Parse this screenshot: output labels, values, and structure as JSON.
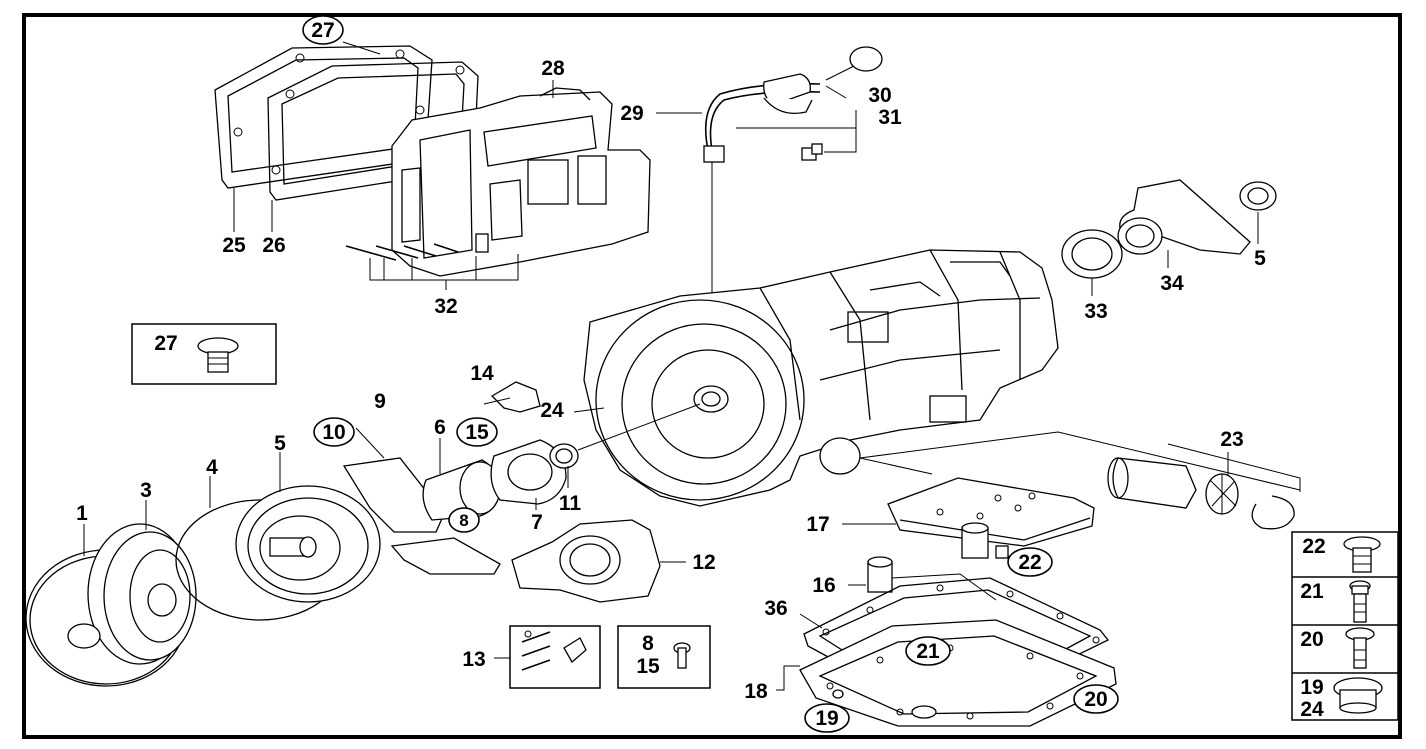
{
  "frame": {
    "border_color": "#000000",
    "background": "#ffffff"
  },
  "labels": {
    "l1": "1",
    "l3": "3",
    "l4": "4",
    "l5a": "5",
    "l5b": "5",
    "l6": "6",
    "l7": "7",
    "l8c": "8",
    "l9": "9",
    "l10c": "10",
    "l11": "11",
    "l12": "12",
    "l13": "13",
    "l14": "14",
    "l15c": "15",
    "l16": "16",
    "l17": "17",
    "l18": "18",
    "l19c": "19",
    "l20c": "20",
    "l21c": "21",
    "l22c": "22",
    "l23": "23",
    "l24": "24",
    "l25": "25",
    "l26": "26",
    "l27c": "27",
    "l28": "28",
    "l29": "29",
    "l30": "30",
    "l31": "31",
    "l32": "32",
    "l33": "33",
    "l34": "34",
    "l36": "36"
  },
  "insets": {
    "box27": "27",
    "box8_15_top": "8",
    "box8_15_bottom": "15",
    "legend": [
      "22",
      "21",
      "20",
      "19",
      "24"
    ]
  }
}
